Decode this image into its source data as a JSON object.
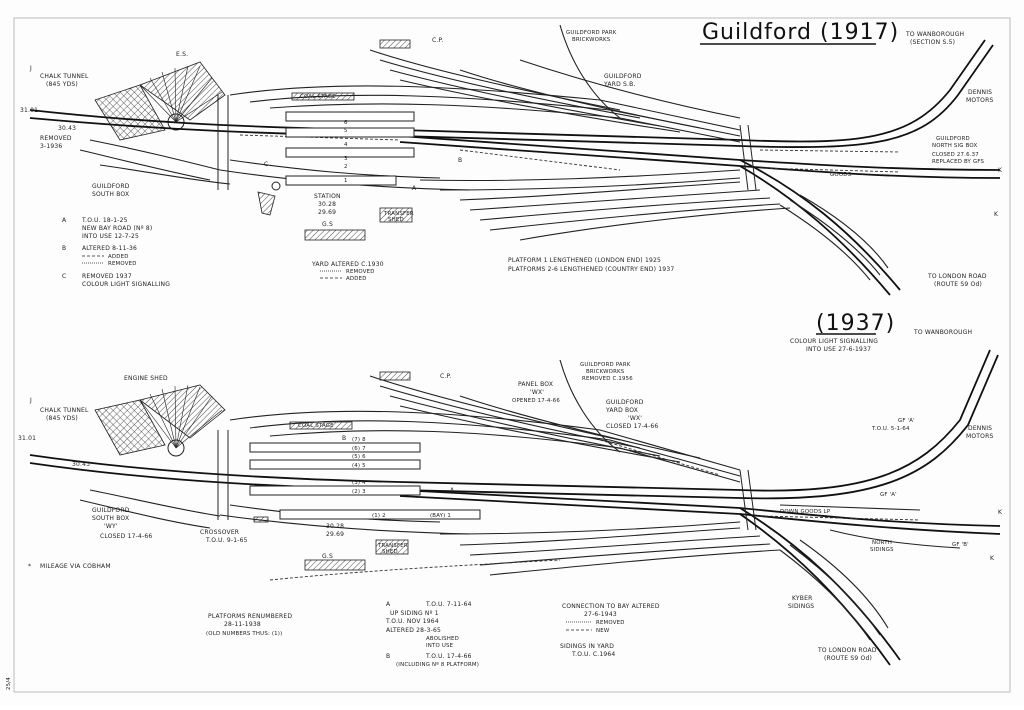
{
  "diagram_1917": {
    "title": "Guildford (1917)",
    "labels": {
      "chalk_tunnel": "CHALK TUNNEL",
      "chalk_tunnel_len": "(845 YDS)",
      "es": "E.S.",
      "cp": "C.P.",
      "park_brickworks_1": "GUILDFORD PARK",
      "park_brickworks_2": "BRICKWORKS",
      "yard_sb_1": "GUILDFORD",
      "yard_sb_2": "YARD S.B.",
      "to_wanborough_1": "TO WANBOROUGH",
      "to_wanborough_2": "(SECTION S.5)",
      "dennis_1": "DENNIS",
      "dennis_2": "MOTORS",
      "north_box_1": "GUILDFORD",
      "north_box_2": "NORTH SIG BOX",
      "north_box_3": "CLOSED 27.6.37",
      "north_box_4": "REPLACED BY GFS",
      "removed_1": "REMOVED",
      "removed_2": "3-1936",
      "south_box_1": "GUILDFORD",
      "south_box_2": "SOUTH BOX",
      "coal_stage": "COAL STAGE",
      "station_1": "STATION",
      "station_2": "30.28",
      "station_3": "29.69",
      "transfer_shed_1": "TRANSFER",
      "transfer_shed_2": "SHED",
      "goods": "GOODS",
      "gs": "G.S",
      "mile_3101": "31.01",
      "mile_3043": "30.43",
      "j_mark": "J",
      "k_mark": "K",
      "plat_1": "1",
      "plat_2": "2",
      "plat_3": "3",
      "plat_4": "4",
      "plat_5": "5",
      "plat_6": "6",
      "mark_a": "A",
      "mark_b": "B",
      "mark_c": "C",
      "to_london_1": "TO LONDON ROAD",
      "to_london_2": "(ROUTE S9 Od)",
      "platform_note_1": "PLATFORM 1 LENGTHENED (LONDON END) 1925",
      "platform_note_2": "PLATFORMS 2-6 LENGTHENED (COUNTRY END) 1937",
      "yard_note_1": "YARD ALTERED C.1930",
      "yard_note_2": "REMOVED",
      "yard_note_3": "ADDED"
    },
    "legend": [
      {
        "key": "A",
        "line1": "T.O.U. 18-1-25",
        "line2": "NEW BAY ROAD (Nº 8)",
        "line3": "INTO USE 12-7-25"
      },
      {
        "key": "B",
        "line1": "ALTERED 8-11-36",
        "line2": "ADDED",
        "line3": "REMOVED"
      },
      {
        "key": "C",
        "line1": "REMOVED 1937",
        "line2": "COLOUR LIGHT SIGNALLING",
        "line3": ""
      }
    ]
  },
  "diagram_1937": {
    "title": "(1937)",
    "labels": {
      "to_wanborough": "TO WANBOROUGH",
      "colour_light_1": "COLOUR LIGHT SIGNALLING",
      "colour_light_2": "INTO USE 27-6-1937",
      "chalk_tunnel": "CHALK TUNNEL",
      "chalk_tunnel_len": "(845 YDS)",
      "engine_shed": "ENGINE SHED",
      "cp": "C.P.",
      "park_brickworks_1": "GUILDFORD PARK",
      "park_brickworks_2": "BRICKWORKS",
      "park_brickworks_3": "REMOVED C.1956",
      "panel_box_1": "PANEL BOX",
      "panel_box_2": "'WX'",
      "panel_box_3": "OPENED 17-4-66",
      "yard_box_1": "GUILDFORD",
      "yard_box_2": "YARD BOX",
      "yard_box_3": "'WX'",
      "yard_box_4": "CLOSED 17-4-66",
      "gf_a_1": "GF 'A'",
      "gf_a_2": "T.O.U. 5-1-64",
      "gf_a_3": "GF 'A'",
      "dennis_1": "DENNIS",
      "dennis_2": "MOTORS",
      "mile_3101": "31.01",
      "mile_3043": "30.43",
      "coal_stage": "COAL STAGE",
      "south_box_1": "GUILDFORD",
      "south_box_2": "SOUTH BOX",
      "south_box_3": "'WY'",
      "south_box_4": "CLOSED 17-4-66",
      "crossover_1": "CROSSOVER",
      "crossover_2": "T.O.U. 9-1-65",
      "station_1": "30.28",
      "station_2": "29.69",
      "gs": "G.S",
      "transfer_shed_1": "TRANSFER",
      "transfer_shed_2": "SHED",
      "down_goods": "DOWN GOODS LP",
      "north_sidings_1": "NORTH",
      "north_sidings_2": "SIDINGS",
      "gf_b": "GF 'B'",
      "kyber_1": "KYBER",
      "kyber_2": "SIDINGS",
      "to_london_1": "TO LONDON ROAD",
      "to_london_2": "(ROUTE S9 Od)",
      "mileage_note": "MILEAGE VIA COBHAM",
      "renumbered_1": "PLATFORMS RENUMBERED",
      "renumbered_2": "28-11-1938",
      "renumbered_3": "(OLD NUMBERS THUS: (1))",
      "plat_1": "(1) 2",
      "plat_bay": "(BAY) 1",
      "plat_34": "(2) 3",
      "plat_4b": "(3) 4",
      "plat_56": "(4) 5",
      "plat_6b": "(5) 6",
      "plat_7": "(6) 7",
      "plat_8": "(7) 8",
      "mark_a": "A",
      "mark_b": "B",
      "j_mark": "J",
      "k_mark": "K",
      "conn_1": "CONNECTION TO BAY ALTERED",
      "conn_2": "27-6-1943",
      "conn_3": "REMOVED",
      "conn_4": "NEW",
      "sidings_1": "SIDINGS IN YARD",
      "sidings_2": "T.O.U. C.1964"
    },
    "legend": [
      {
        "key": "A",
        "line1": "T.O.U. 7-11-64"
      },
      {
        "key": "",
        "line1": "UP SIDING Nº 1"
      },
      {
        "key": "",
        "line1": "T.O.U. NOV 1964"
      },
      {
        "key": "",
        "line1": "ALTERED 28-3-65"
      },
      {
        "key": "",
        "line1": "ABOLISHED"
      },
      {
        "key": "",
        "line1": "INTO USE"
      },
      {
        "key": "B",
        "line1": "T.O.U. 17-4-66"
      },
      {
        "key": "",
        "line1": "(INCLUDING Nº 8 PLATFORM)"
      }
    ]
  },
  "page_mark": "25/4"
}
